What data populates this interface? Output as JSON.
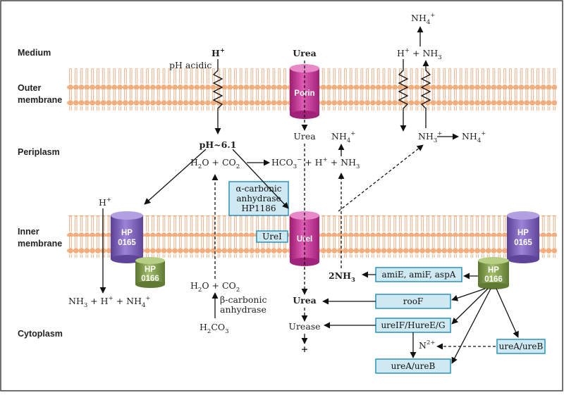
{
  "regions": {
    "medium": "Medium",
    "outer_membrane_1": "Outer",
    "outer_membrane_2": "membrane",
    "periplasm": "Periplasm",
    "inner_membrane_1": "Inner",
    "inner_membrane_2": "membrane",
    "cytoplasm": "Cytoplasm"
  },
  "medium_texts": {
    "ph_acidic": "pH acidic",
    "h": "H",
    "h_sup": "+",
    "urea": "Urea",
    "nh4": "NH",
    "nh4_sub": "4",
    "nh4_sup": "+",
    "h_nh3_h": "H",
    "h_nh3_sup": "+",
    "h_nh3_rest": " + NH",
    "h_nh3_sub": "3"
  },
  "periplasm_texts": {
    "ph": "pH~6.1",
    "urea": "Urea",
    "nh4": "NH",
    "nh4_sub": "4",
    "nh4_sup": "+",
    "nh3p": "NH",
    "nh3p_sub": "3",
    "nh3p_sup": "+",
    "nh4r": "NH",
    "nh4r_sub": "4",
    "nh4r_sup": "+",
    "h2o_co2_a": "H",
    "h2o_co2_sub": "2",
    "h2o_co2_b": "O + CO",
    "h2o_co2_sub2": "2",
    "hco3_a": "HCO",
    "hco3_sub": "3",
    "hco3_sup": "−",
    "hco3_b": " + H",
    "hco3_sup2": "+",
    "hco3_c": " + NH",
    "hco3_sub2": "3"
  },
  "alpha_box": {
    "line1": "α-carbonic",
    "line2": "anhydrase",
    "line3": "HP1186"
  },
  "proteins": {
    "porin": "Porin",
    "urei": "UreI",
    "urei_box": "UreI",
    "hp0165_a": "HP",
    "hp0165_b": "0165",
    "hp0166_a": "HP",
    "hp0166_b": "0166"
  },
  "left_texts": {
    "h": "H",
    "h_sup": "+",
    "eq_a": "NH",
    "eq_sub": "3",
    "eq_b": " + H",
    "eq_sup": "+",
    "eq_c": " + NH",
    "eq_sub2": "4",
    "eq_sup2": "+"
  },
  "cyto_texts": {
    "h2o_co2_a": "H",
    "h2o_co2_sub": "2",
    "h2o_co2_b": "O + CO",
    "h2o_co2_sub2": "2",
    "beta_1": "β-carbonic",
    "beta_2": "anhydrase",
    "h2co3_a": "H",
    "h2co3_sub": "2",
    "h2co3_b": "CO",
    "h2co3_sub2": "3",
    "two_nh3_a": "2NH",
    "two_nh3_sub": "3",
    "urea": "Urea",
    "urease": "Urease",
    "plus": "+",
    "n2": "N",
    "n2_sup": "2+"
  },
  "gene_boxes": {
    "amie": "amiE, amiF, aspA",
    "roof": "rooF",
    "ureif": "ureIF/HureE/G",
    "ureab_right": "ureA/ureB",
    "ureab_bottom": "ureA/ureB"
  },
  "colors": {
    "lipid_head": "#f1ae7c",
    "lipid_tail": "#e6b896",
    "porin": "#c63596",
    "hp0165": "#7e5cb8",
    "hp0166": "#7d9a45",
    "box_fill": "#cfe9f2",
    "box_border": "#2a93bc"
  }
}
